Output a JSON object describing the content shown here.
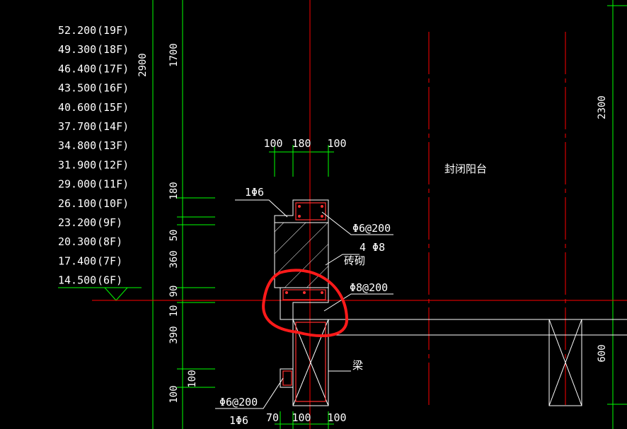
{
  "palette": {
    "background": "#000000",
    "dimension": "#00ff00",
    "axis": "#ff0000",
    "outline": "#ffffff",
    "hatch": "#ffffff",
    "highlight": "#ff1a1a"
  },
  "elevations": [
    {
      "value": "52.200",
      "floor": "(19F)"
    },
    {
      "value": "49.300",
      "floor": "(18F)"
    },
    {
      "value": "46.400",
      "floor": "(17F)"
    },
    {
      "value": "43.500",
      "floor": "(16F)"
    },
    {
      "value": "40.600",
      "floor": "(15F)"
    },
    {
      "value": "37.700",
      "floor": "(14F)"
    },
    {
      "value": "34.800",
      "floor": "(13F)"
    },
    {
      "value": "31.900",
      "floor": "(12F)"
    },
    {
      "value": "29.000",
      "floor": "(11F)"
    },
    {
      "value": "26.100",
      "floor": "(10F)"
    },
    {
      "value": "23.200",
      "floor": "(9F)"
    },
    {
      "value": "20.300",
      "floor": "(8F)"
    },
    {
      "value": "17.400",
      "floor": "(7F)"
    },
    {
      "value": "14.500",
      "floor": "(6F)"
    }
  ],
  "dims": {
    "v2900": "2900",
    "v1700": "1700",
    "v180": "180",
    "v50": "50",
    "v360": "360",
    "v90": "90",
    "v10": "10",
    "v390": "390",
    "v100a": "100",
    "v100b": "100",
    "v2300": "2300",
    "v600": "600",
    "top_left": "100",
    "top_mid": "180",
    "top_right": "100",
    "bot_a": "70",
    "bot_b": "100",
    "bot_c": "100"
  },
  "labels": {
    "balcony": "封闭阳台",
    "top_bar": "1Φ6",
    "stirrup_top": "Φ6@200",
    "main_bars": "4 Φ8",
    "masonry": "砖砌",
    "stirrup_mid": "Φ8@200",
    "beam": "梁",
    "stirrup_bottom": "Φ6@200",
    "bottom_bar": "1Φ6"
  }
}
